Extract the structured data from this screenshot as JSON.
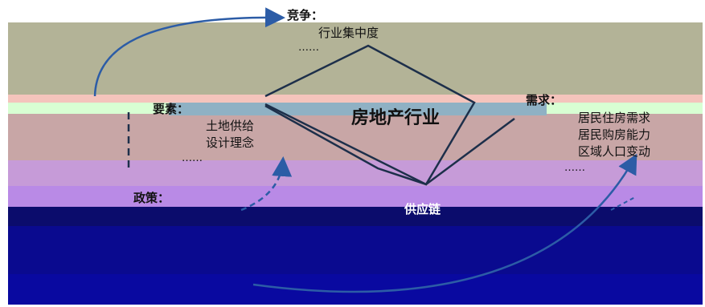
{
  "competition": {
    "label": "竞争：",
    "item": "行业集中度",
    "more": "……"
  },
  "center": {
    "label": "房地产行业"
  },
  "factors": {
    "label": "要素：",
    "items": [
      "土地供给",
      "设计理念"
    ],
    "more": "……"
  },
  "demand": {
    "label": "需求：",
    "items": [
      "居民住房需求",
      "居民购房能力",
      "区域人口变动"
    ],
    "more": "……"
  },
  "policy": {
    "label": "政策："
  },
  "supply": {
    "label": "供应链"
  },
  "colors": {
    "band_olive": "#b1b195",
    "band_salmon": "#f3c3bb",
    "band_mint": "#d7ffd3",
    "band_mauve": "#c9a6a6",
    "band_violet": "#c49bd6",
    "band_lavender": "#b98ae8",
    "band_navy": "#0a0a8f",
    "band_navy_dark": "#0b0c6a",
    "arrow": "#2c5ca6",
    "line": "#1d2f4a"
  }
}
